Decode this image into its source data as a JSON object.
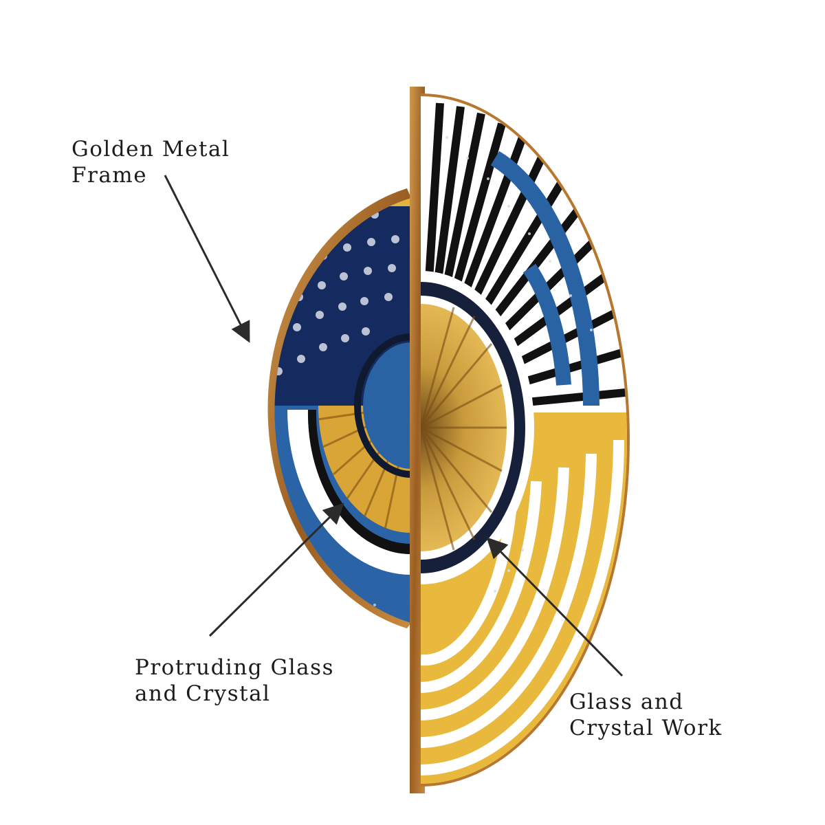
{
  "annotations": {
    "frame_label": "Golden Metal\nFrame",
    "protruding_label": "Protruding Glass\nand Crystal",
    "work_label": "Glass and\nCrystal Work"
  },
  "colors": {
    "gold_frame": "#b7772f",
    "gold_leaf": "#e5b53a",
    "navy": "#14295a",
    "blue": "#2a63a4",
    "black": "#111111",
    "white": "#ffffff",
    "arrow": "#2b2b2b"
  }
}
